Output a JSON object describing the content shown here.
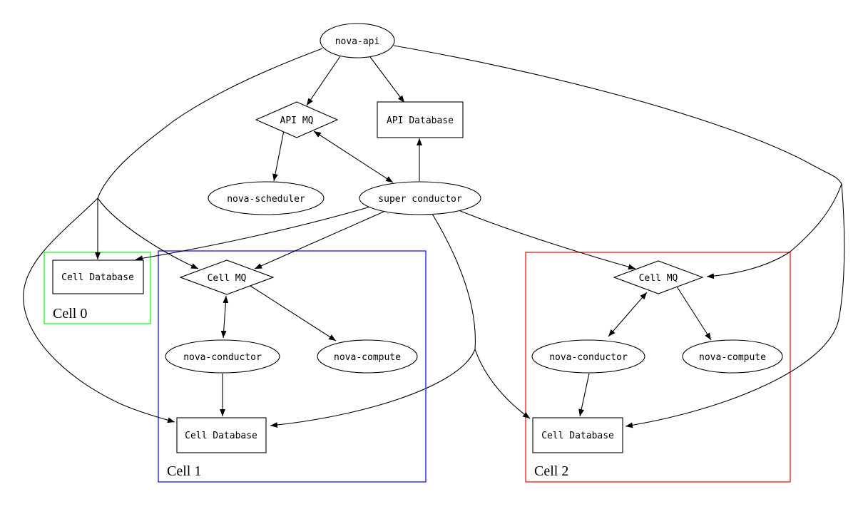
{
  "diagram": {
    "background_color": "#ffffff",
    "edge_color": "#000000",
    "nodes": {
      "nova_api": {
        "label": "nova-api",
        "shape": "ellipse"
      },
      "api_mq": {
        "label": "API MQ",
        "shape": "diamond"
      },
      "api_db": {
        "label": "API Database",
        "shape": "box"
      },
      "scheduler": {
        "label": "nova-scheduler",
        "shape": "ellipse"
      },
      "super_conductor": {
        "label": "super conductor",
        "shape": "ellipse"
      },
      "cell0_db": {
        "label": "Cell Database",
        "shape": "box"
      },
      "cell1_mq": {
        "label": "Cell MQ",
        "shape": "diamond"
      },
      "cell1_conductor": {
        "label": "nova-conductor",
        "shape": "ellipse"
      },
      "cell1_compute": {
        "label": "nova-compute",
        "shape": "ellipse"
      },
      "cell1_db": {
        "label": "Cell Database",
        "shape": "box"
      },
      "cell2_mq": {
        "label": "Cell MQ",
        "shape": "diamond"
      },
      "cell2_conductor": {
        "label": "nova-conductor",
        "shape": "ellipse"
      },
      "cell2_compute": {
        "label": "nova-compute",
        "shape": "ellipse"
      },
      "cell2_db": {
        "label": "Cell Database",
        "shape": "box"
      }
    },
    "clusters": {
      "cell0": {
        "label": "Cell 0",
        "color": "#00ff00"
      },
      "cell1": {
        "label": "Cell 1",
        "color": "#0000ff"
      },
      "cell2": {
        "label": "Cell 2",
        "color": "#ff0000"
      }
    },
    "edges": [
      {
        "from": "nova-api",
        "to": "API MQ"
      },
      {
        "from": "nova-api",
        "to": "API Database"
      },
      {
        "from": "API MQ",
        "to": "nova-scheduler"
      },
      {
        "from": "API MQ",
        "to": "super conductor",
        "bidirectional": true
      },
      {
        "from": "super conductor",
        "to": "API Database"
      },
      {
        "from": "nova-api",
        "to": "Cell 0 / Cell Database"
      },
      {
        "from": "nova-api",
        "to": "Cell 1 / Cell MQ"
      },
      {
        "from": "nova-api",
        "to": "Cell 1 / Cell Database"
      },
      {
        "from": "nova-api",
        "to": "Cell 2 / Cell MQ"
      },
      {
        "from": "nova-api",
        "to": "Cell 2 / Cell Database"
      },
      {
        "from": "super conductor",
        "to": "Cell 0 / Cell Database"
      },
      {
        "from": "super conductor",
        "to": "Cell 1 / Cell MQ"
      },
      {
        "from": "super conductor",
        "to": "Cell 1 / Cell Database"
      },
      {
        "from": "super conductor",
        "to": "Cell 2 / Cell MQ"
      },
      {
        "from": "super conductor",
        "to": "Cell 2 / Cell Database"
      },
      {
        "from": "Cell 1 / Cell MQ",
        "to": "Cell 1 / nova-conductor",
        "bidirectional": true
      },
      {
        "from": "Cell 1 / Cell MQ",
        "to": "Cell 1 / nova-compute"
      },
      {
        "from": "Cell 1 / nova-conductor",
        "to": "Cell 1 / Cell Database"
      },
      {
        "from": "Cell 2 / Cell MQ",
        "to": "Cell 2 / nova-conductor",
        "bidirectional": true
      },
      {
        "from": "Cell 2 / Cell MQ",
        "to": "Cell 2 / nova-compute"
      },
      {
        "from": "Cell 2 / nova-conductor",
        "to": "Cell 2 / Cell Database"
      }
    ]
  }
}
